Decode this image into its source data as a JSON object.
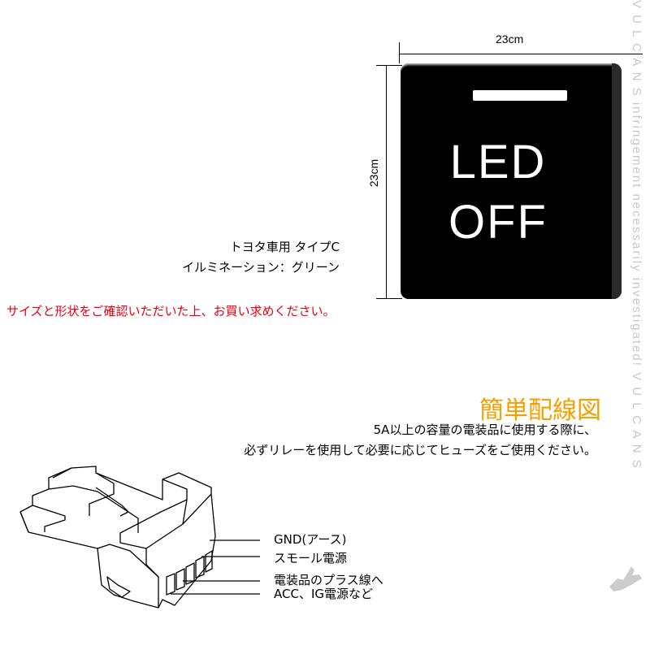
{
  "product": {
    "switch_top_label": "LED",
    "switch_bottom_label": "OFF",
    "width_label": "23cm",
    "height_label": "23cm",
    "spec_line_1": "トヨタ車用 タイプC",
    "spec_line_2": "イルミネーション：グリーン"
  },
  "warning": "サイズと形状をご確認いただいた上、お買い求めください。",
  "wiring": {
    "title": "簡単配線図",
    "note_line_1": "5A以上の容量の電装品に使用する際に、",
    "note_line_2": "必ずリレーを使用して必要に応じてヒューズをご使用ください。",
    "wires": [
      {
        "label": "GND(アース)"
      },
      {
        "label": "スモール電源"
      },
      {
        "label": "電装品のプラス線へ"
      },
      {
        "label": "ACC、IG電源など"
      }
    ]
  },
  "watermark": {
    "text": "V U L C A N S  infringement necessarily investigated!  V U L C A N S"
  },
  "colors": {
    "warning": "#e60012",
    "title": "#f5a000",
    "switch_body": "#000000"
  }
}
